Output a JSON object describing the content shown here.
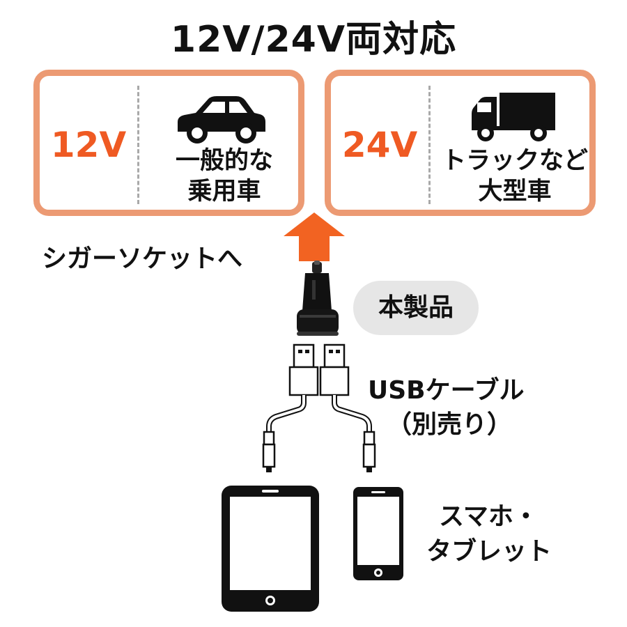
{
  "title": "12V/24V両対応",
  "left_card": {
    "voltage": "12V",
    "line1": "一般的な",
    "line2": "乗用車",
    "icon": "car-icon"
  },
  "right_card": {
    "voltage": "24V",
    "line1": "トラックなど",
    "line2": "大型車",
    "icon": "truck-icon"
  },
  "socket_label": "シガーソケットへ",
  "product_label": "本製品",
  "cable_label_1": "USBケーブル",
  "cable_label_2": "（別売り）",
  "device_label_1": "スマホ・",
  "device_label_2": "タブレット",
  "colors": {
    "accent": "#ef5a23",
    "card_border": "#ec9a73",
    "arrow": "#f26322",
    "pill": "#e6e6e6"
  }
}
